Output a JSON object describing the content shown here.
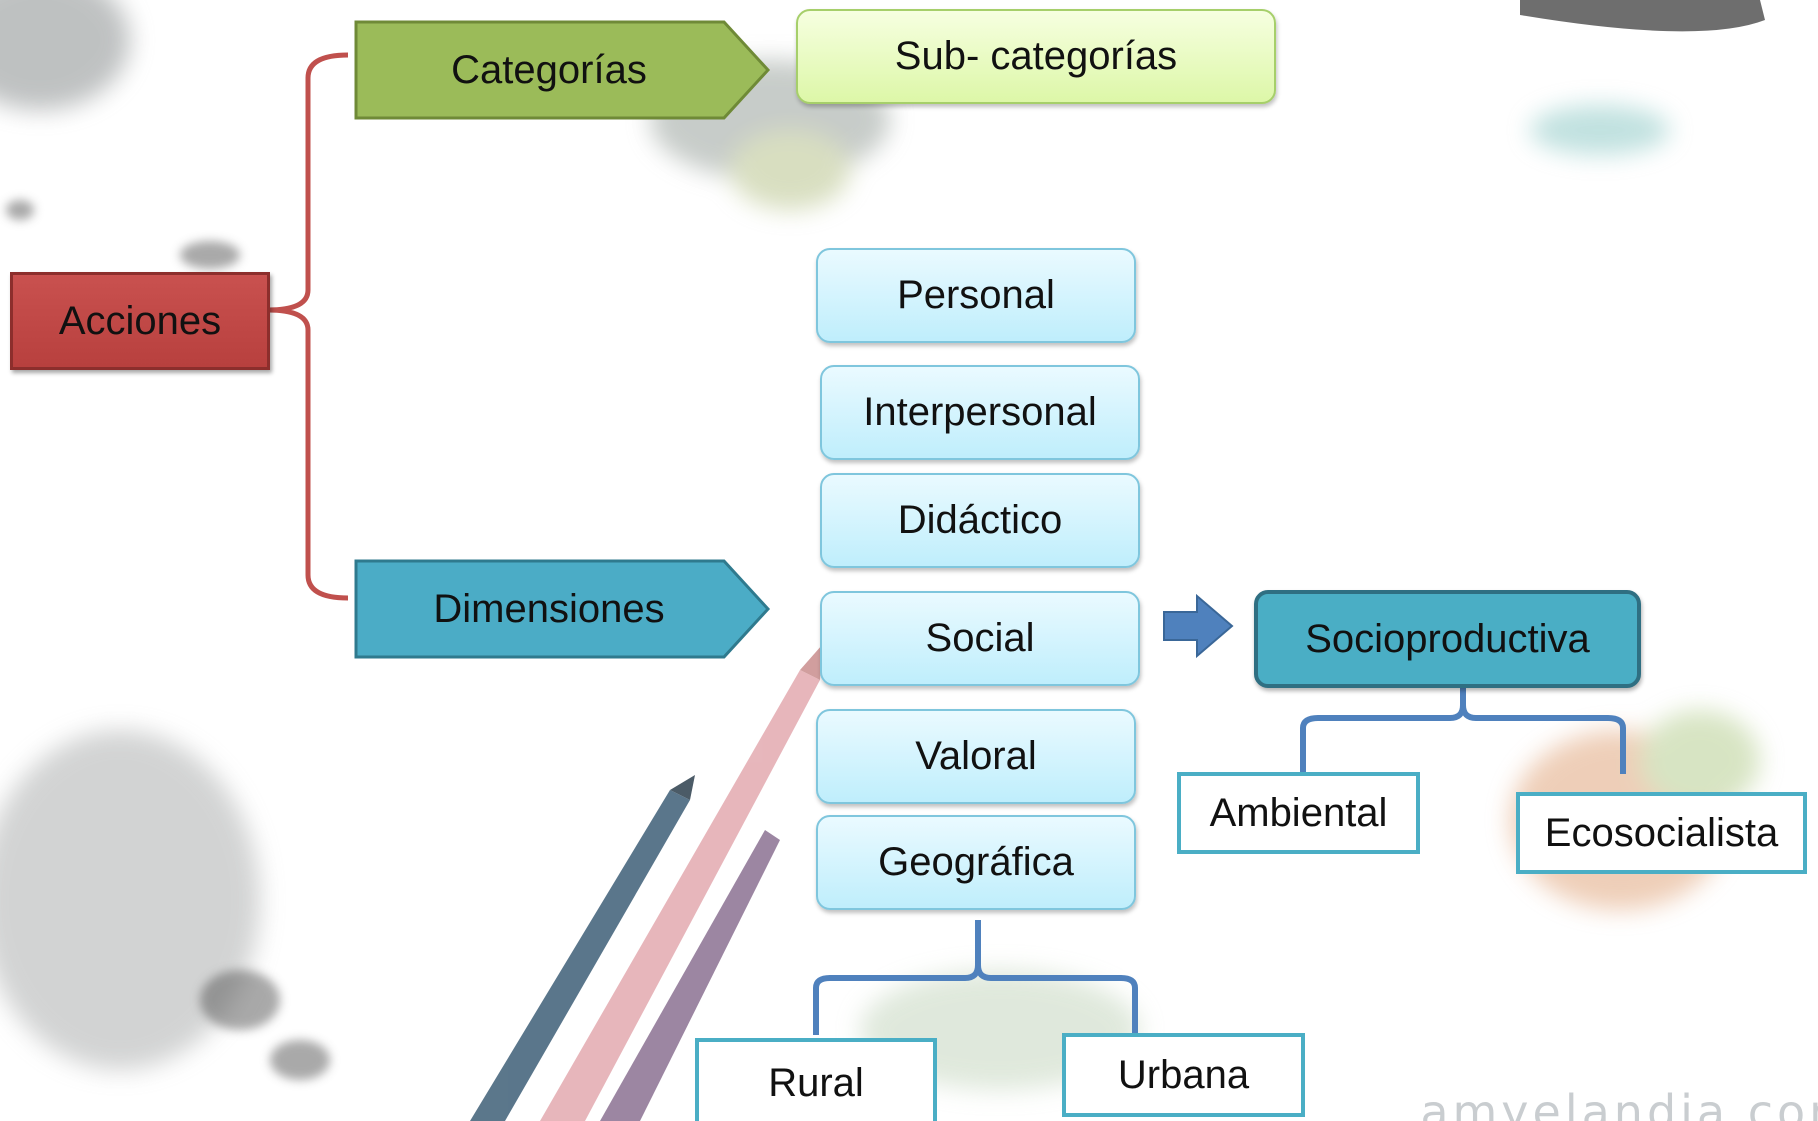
{
  "diagram": {
    "root": "Acciones",
    "categories_label": "Categorías",
    "subcategories_label": "Sub- categorías",
    "dimensions_label": "Dimensiones",
    "dimensions": [
      "Personal",
      "Interpersonal",
      "Didáctico",
      "Social",
      "Valoral",
      "Geográfica"
    ],
    "social_child": "Socioproductiva",
    "socioproductiva_children": [
      "Ambiental",
      "Ecosocialista"
    ],
    "geografica_children": [
      "Rural",
      "Urbana"
    ]
  },
  "watermark": "amyelandia.com",
  "colors": {
    "acciones": "#c0504d",
    "categorias": "#9bbb59",
    "dimensiones": "#4bacc6",
    "brace_red": "#c0504d",
    "brace_blue": "#4f81bd"
  }
}
